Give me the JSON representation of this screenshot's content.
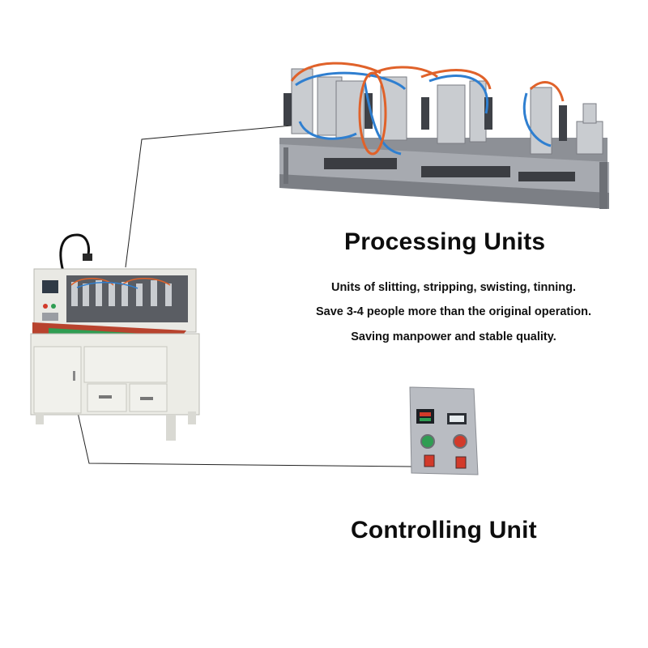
{
  "processing": {
    "title": "Processing Units",
    "lines": [
      "Units of slitting, stripping, swisting, tinning.",
      "Save 3-4 people more than the original operation.",
      "Saving manpower and stable quality."
    ]
  },
  "controlling": {
    "title": "Controlling Unit"
  },
  "colors": {
    "machine_body": "#ecece6",
    "metal": "#9a9da3",
    "tubing_blue": "#2f7fd0",
    "tubing_orange": "#e0622a",
    "button_green": "#2f9d52",
    "button_red": "#d23a2a"
  }
}
